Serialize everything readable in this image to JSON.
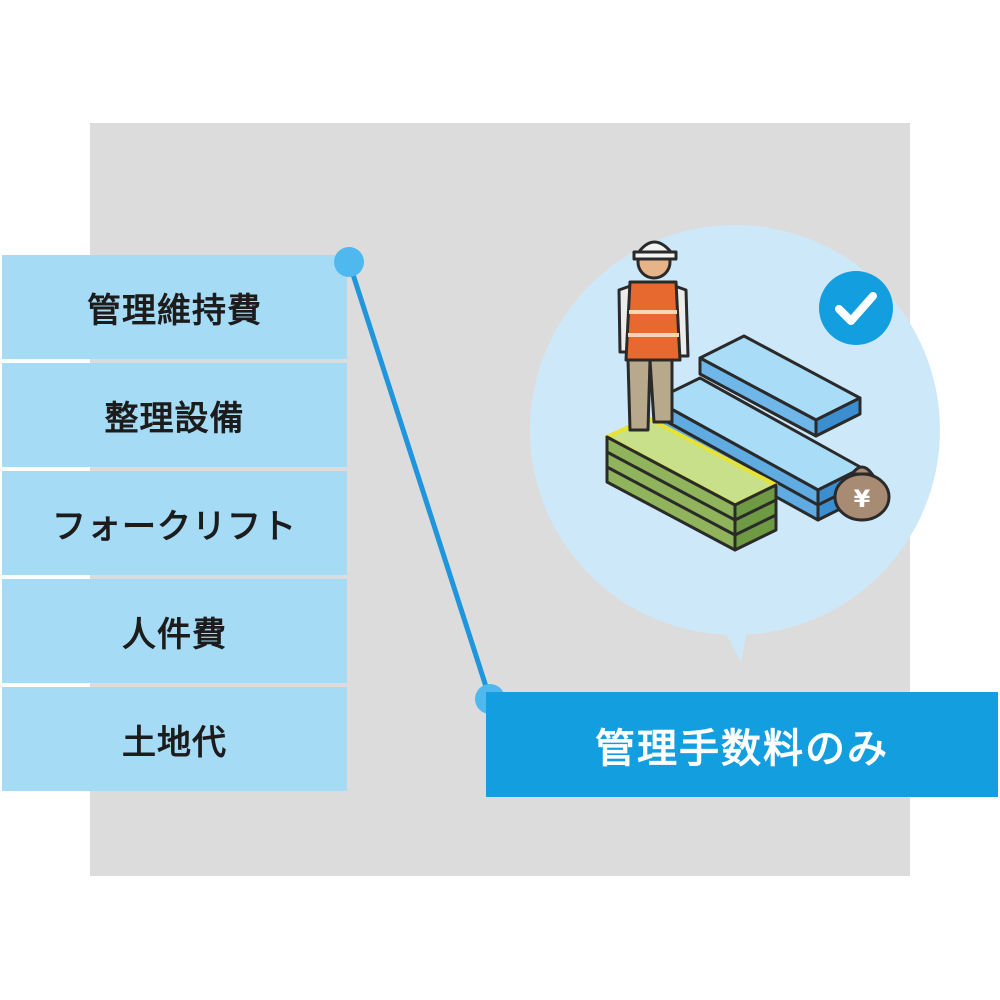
{
  "cost_items": [
    {
      "label": "管理維持費"
    },
    {
      "label": "整理設備"
    },
    {
      "label": "フォークリフト"
    },
    {
      "label": "人件費"
    },
    {
      "label": "土地代"
    }
  ],
  "result": {
    "label": "管理手数料のみ"
  },
  "icons": [
    "worker-icon",
    "check-icon",
    "yen-money-bag-icon",
    "stacked-pallets-icon"
  ],
  "colors": {
    "panel_gray": "#dcdcdc",
    "item_bg": "#a6dbf5",
    "accent_blue": "#139ee0",
    "bubble": "#cde9f9",
    "dot": "#4fb9ef"
  },
  "money_bag": {
    "symbol": "¥"
  }
}
